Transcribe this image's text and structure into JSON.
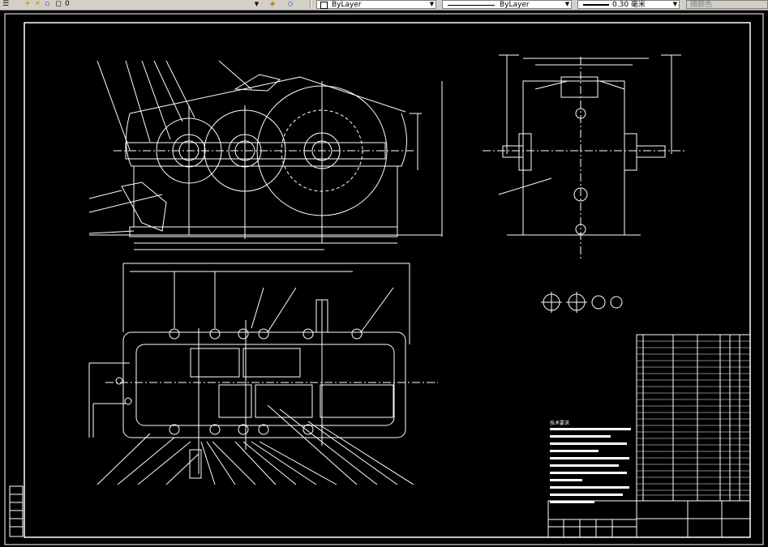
{
  "toolbar": {
    "layer_name": "0",
    "color_value": "ByLayer",
    "linetype_value": "ByLayer",
    "lineweight_value": "0.30 毫米",
    "plotstyle_value": "随颜色",
    "icons": [
      "layers-icon",
      "lightbulb-icon",
      "sun-icon",
      "lock-icon",
      "color-square-icon",
      "layer-states-icon",
      "layer-previous-icon"
    ]
  },
  "drawing": {
    "tech_req_title": "技术要求",
    "line_color": "#ffffff",
    "background_color": "#000000"
  }
}
